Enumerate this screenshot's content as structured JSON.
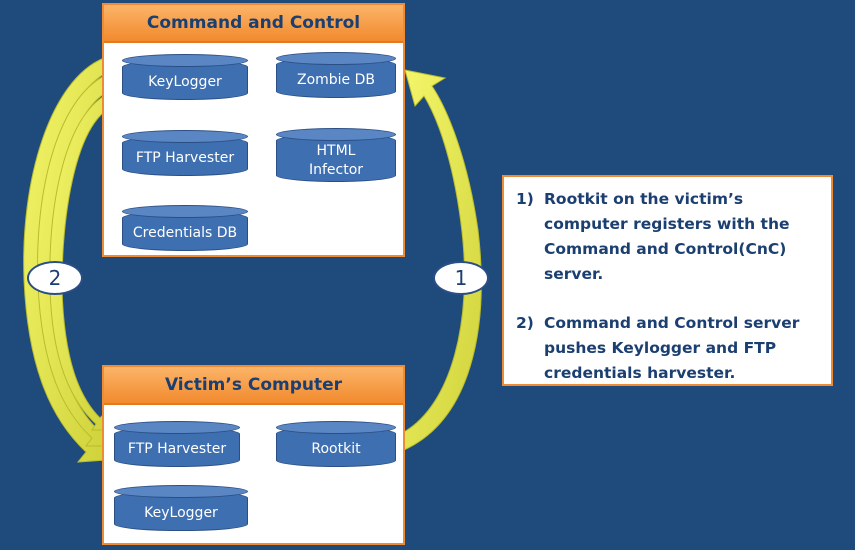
{
  "command_box": {
    "title": "Command and Control",
    "items": [
      "KeyLogger",
      "Zombie DB",
      "FTP Harvester",
      "HTML\nInfector",
      "Credentials DB"
    ]
  },
  "victim_box": {
    "title": "Victim’s Computer",
    "items": [
      "FTP Harvester",
      "Rootkit",
      "KeyLogger"
    ]
  },
  "badges": {
    "left": "2",
    "right": "1"
  },
  "notes": [
    {
      "num": "1)",
      "text": "Rootkit on the victim’s computer registers with the Command and Control(CnC) server."
    },
    {
      "num": "2)",
      "text": "Command and Control server pushes Keylogger and FTP credentials harvester."
    }
  ],
  "colors": {
    "background": "#1f4a7c",
    "accent": "#ef8a35",
    "arrow": "#e8ec4a",
    "cylinder": "#3e6fb0"
  }
}
